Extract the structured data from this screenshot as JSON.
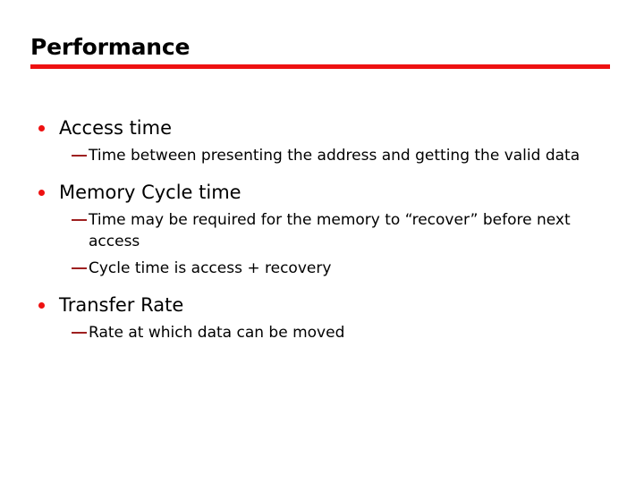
{
  "slide": {
    "title": "Performance",
    "accent_color": "#ee1111",
    "dash_color": "#9e2020",
    "text_color": "#000000",
    "background_color": "#ffffff",
    "bullets": [
      {
        "label": "Access time",
        "sub": [
          "Time between presenting the address and getting the valid data"
        ]
      },
      {
        "label": "Memory Cycle time",
        "sub": [
          "Time may be required for the memory to “recover” before next access",
          "Cycle time is access + recovery"
        ]
      },
      {
        "label": "Transfer Rate",
        "sub": [
          "Rate at which data can be moved"
        ]
      }
    ]
  }
}
